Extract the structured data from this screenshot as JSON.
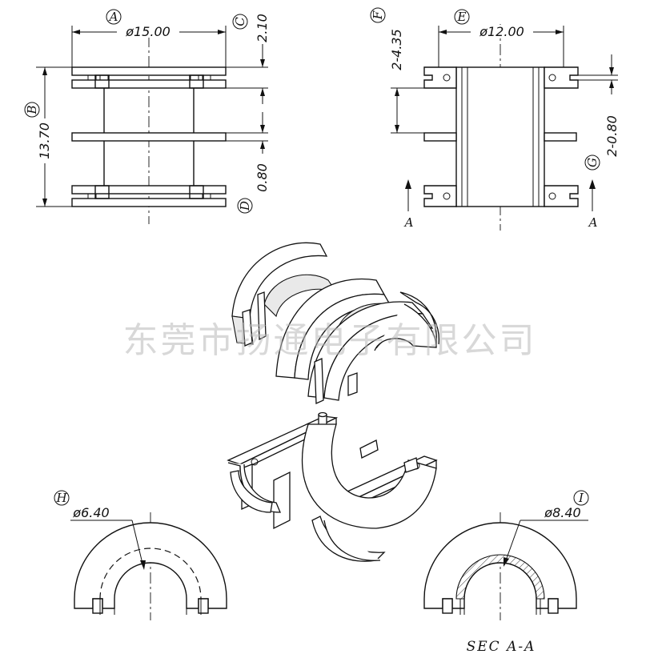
{
  "labels": {
    "A": "A",
    "B": "B",
    "C": "C",
    "D": "D",
    "E": "E",
    "F": "F",
    "G": "G",
    "H": "H",
    "I": "I"
  },
  "dimensions": {
    "front_width": "ø15.00",
    "front_height": "13.70",
    "flange_thickness": "2.10",
    "pin_thickness": "0.80",
    "side_width": "ø12.00",
    "side_spacing": "2-4.35",
    "side_gap": "2-0.80",
    "inner_diameter": "ø6.40",
    "section_diameter": "ø8.40"
  },
  "section": {
    "marker_left": "A",
    "marker_right": "A",
    "title": "SEC A-A"
  },
  "watermark": "东莞市扬通电子有限公司"
}
